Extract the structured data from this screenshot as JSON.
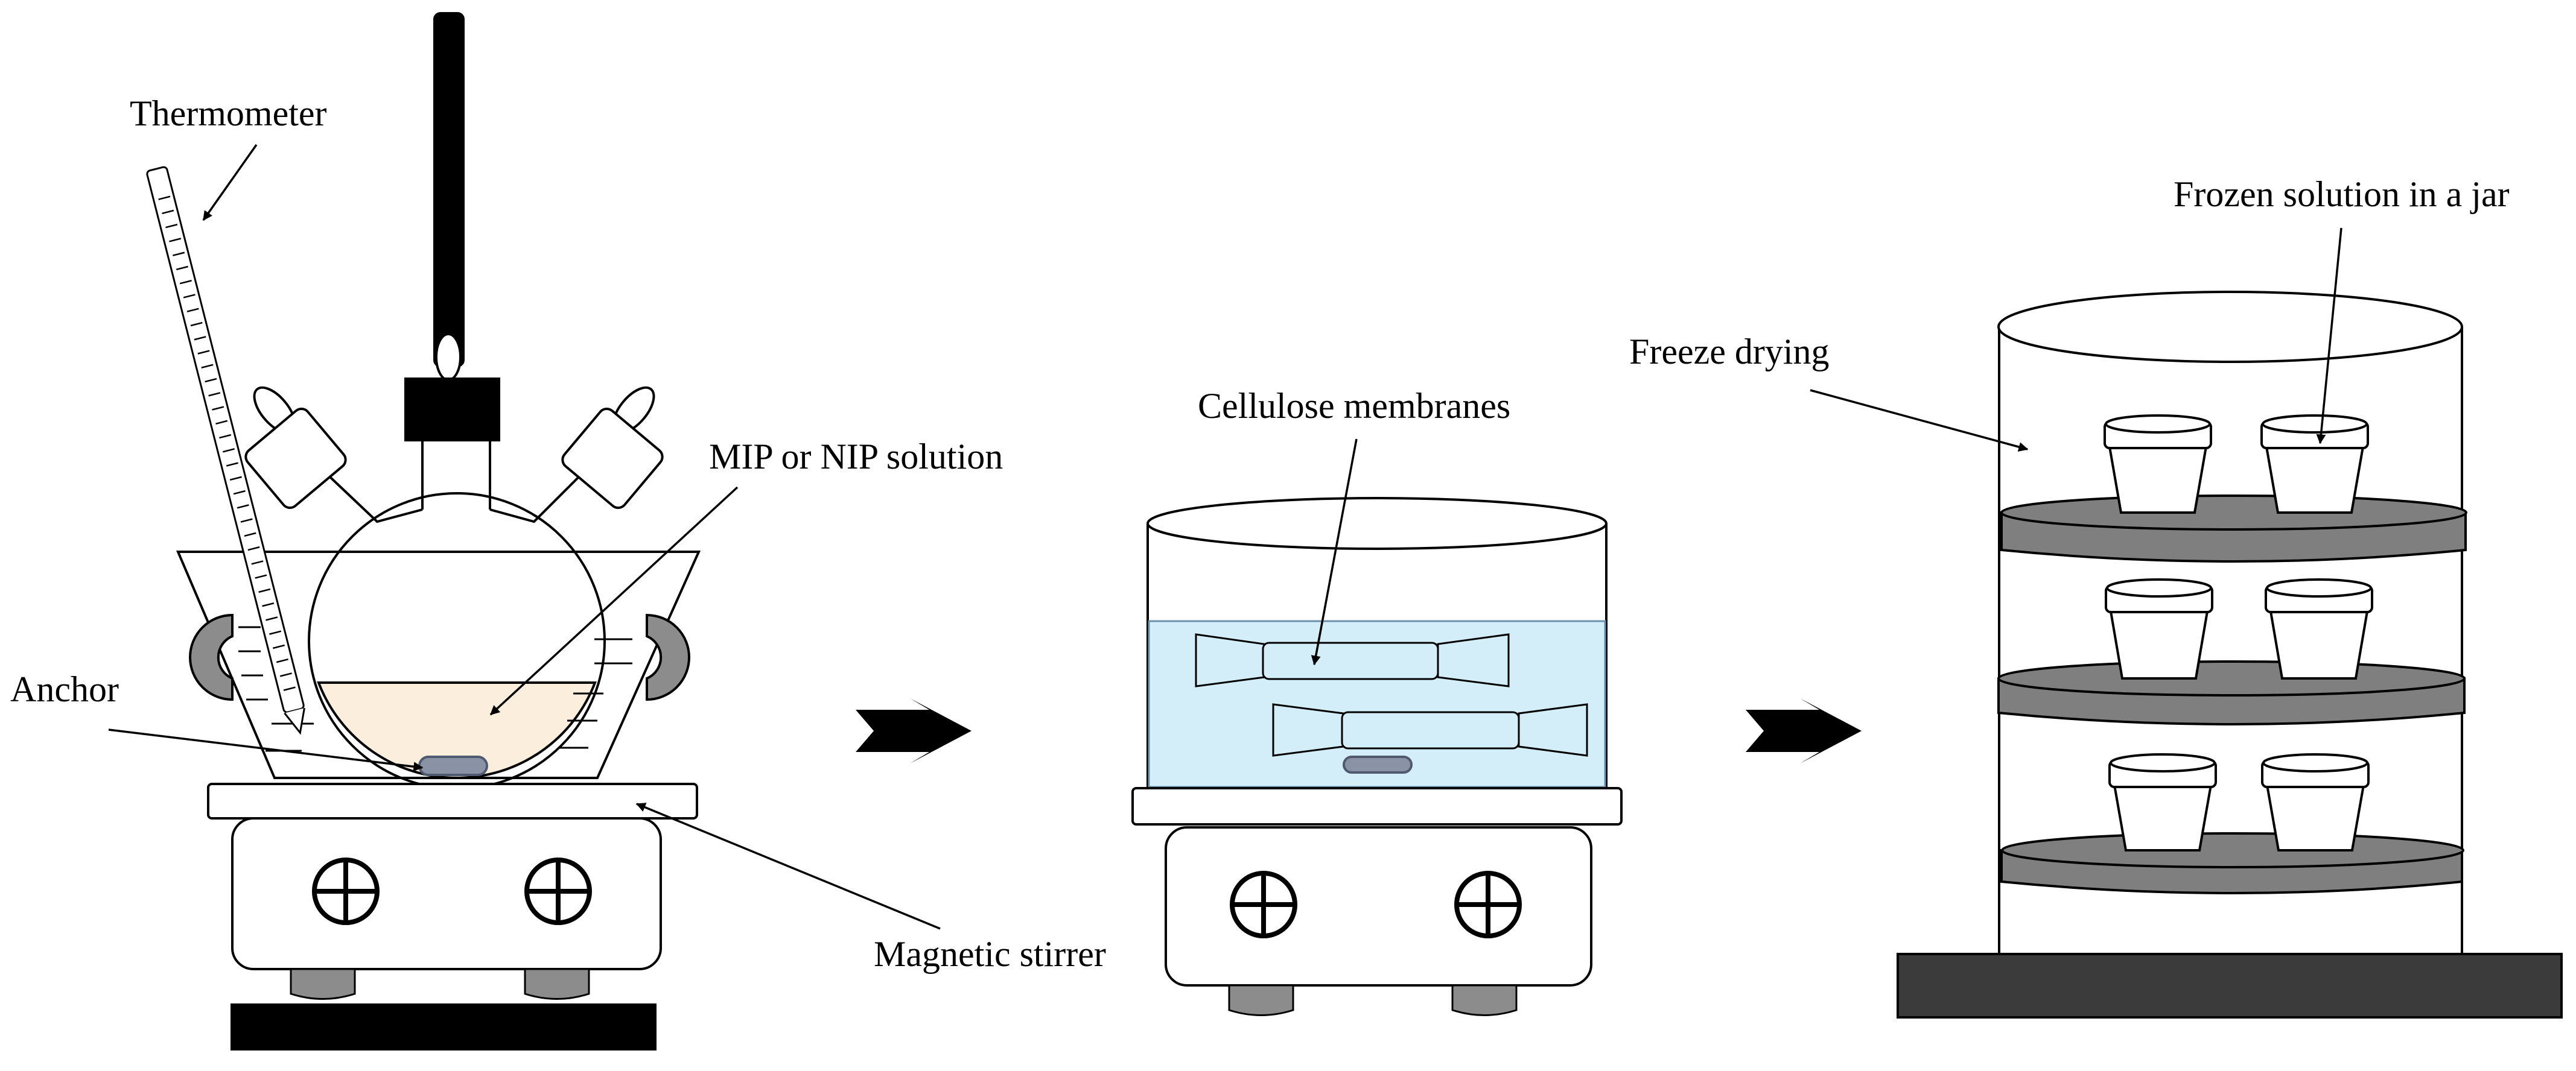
{
  "labels": {
    "thermometer": "Thermometer",
    "anchor": "Anchor",
    "solution": "MIP or NIP solution",
    "stirrer": "Magnetic stirrer",
    "membranes": "Cellulose membranes",
    "freeze_drying": "Freeze drying",
    "frozen_jar": "Frozen solution in a jar"
  },
  "colors": {
    "liquid_tan": "#fbeedd",
    "water_blue": "#d3eef9",
    "anchor_fill": "#8a93a6",
    "ring_gray": "#8c8c8c",
    "shelf_gray": "#7f7f7f",
    "base_dark": "#3b3b3b",
    "arrow_black": "#000000"
  },
  "icons": {
    "step_arrow": "right-arrow-icon",
    "stirrer_knob": "crosshair-knob-icon"
  }
}
